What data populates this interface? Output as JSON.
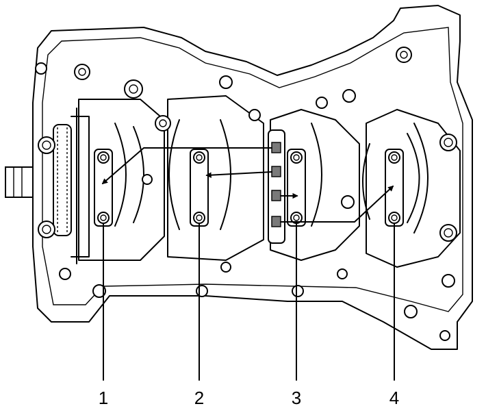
{
  "diagram": {
    "callouts": [
      "1",
      "2",
      "3",
      "4"
    ],
    "colors": {
      "line": "#000000",
      "background": "#ffffff",
      "plastigage_strip": "#7a7a7a"
    }
  }
}
